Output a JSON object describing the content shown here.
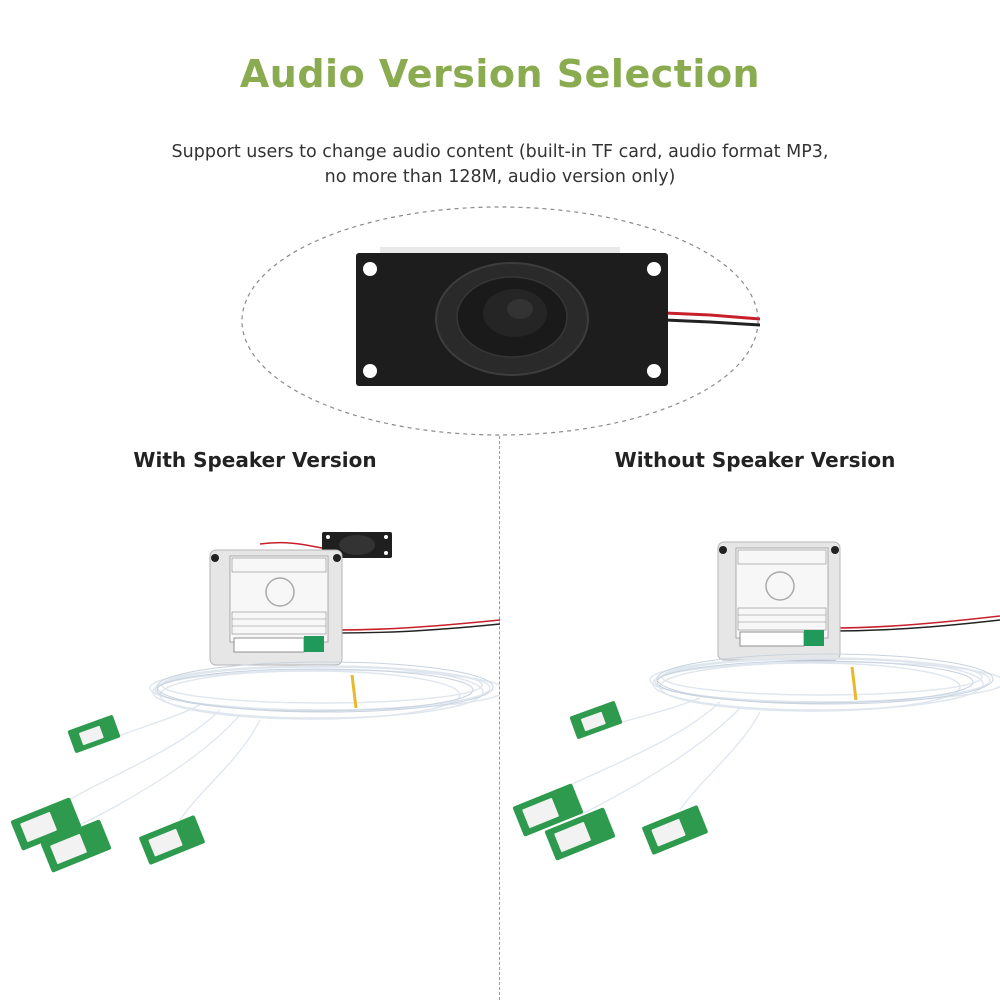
{
  "title": "Audio Version Selection",
  "description": {
    "line1": "Support users to change audio content (built-in TF card, audio format MP3,",
    "line2": "no more than 128M, audio version only)"
  },
  "versions": [
    {
      "label": "With Speaker Version",
      "has_speaker": true
    },
    {
      "label": "Without Speaker Version",
      "has_speaker": false
    }
  ],
  "colors": {
    "title": "#8aab4f",
    "pcb_green": "#2e9a4e",
    "terminal_green": "#1f9a5a",
    "wire_red": "#c8202a"
  }
}
